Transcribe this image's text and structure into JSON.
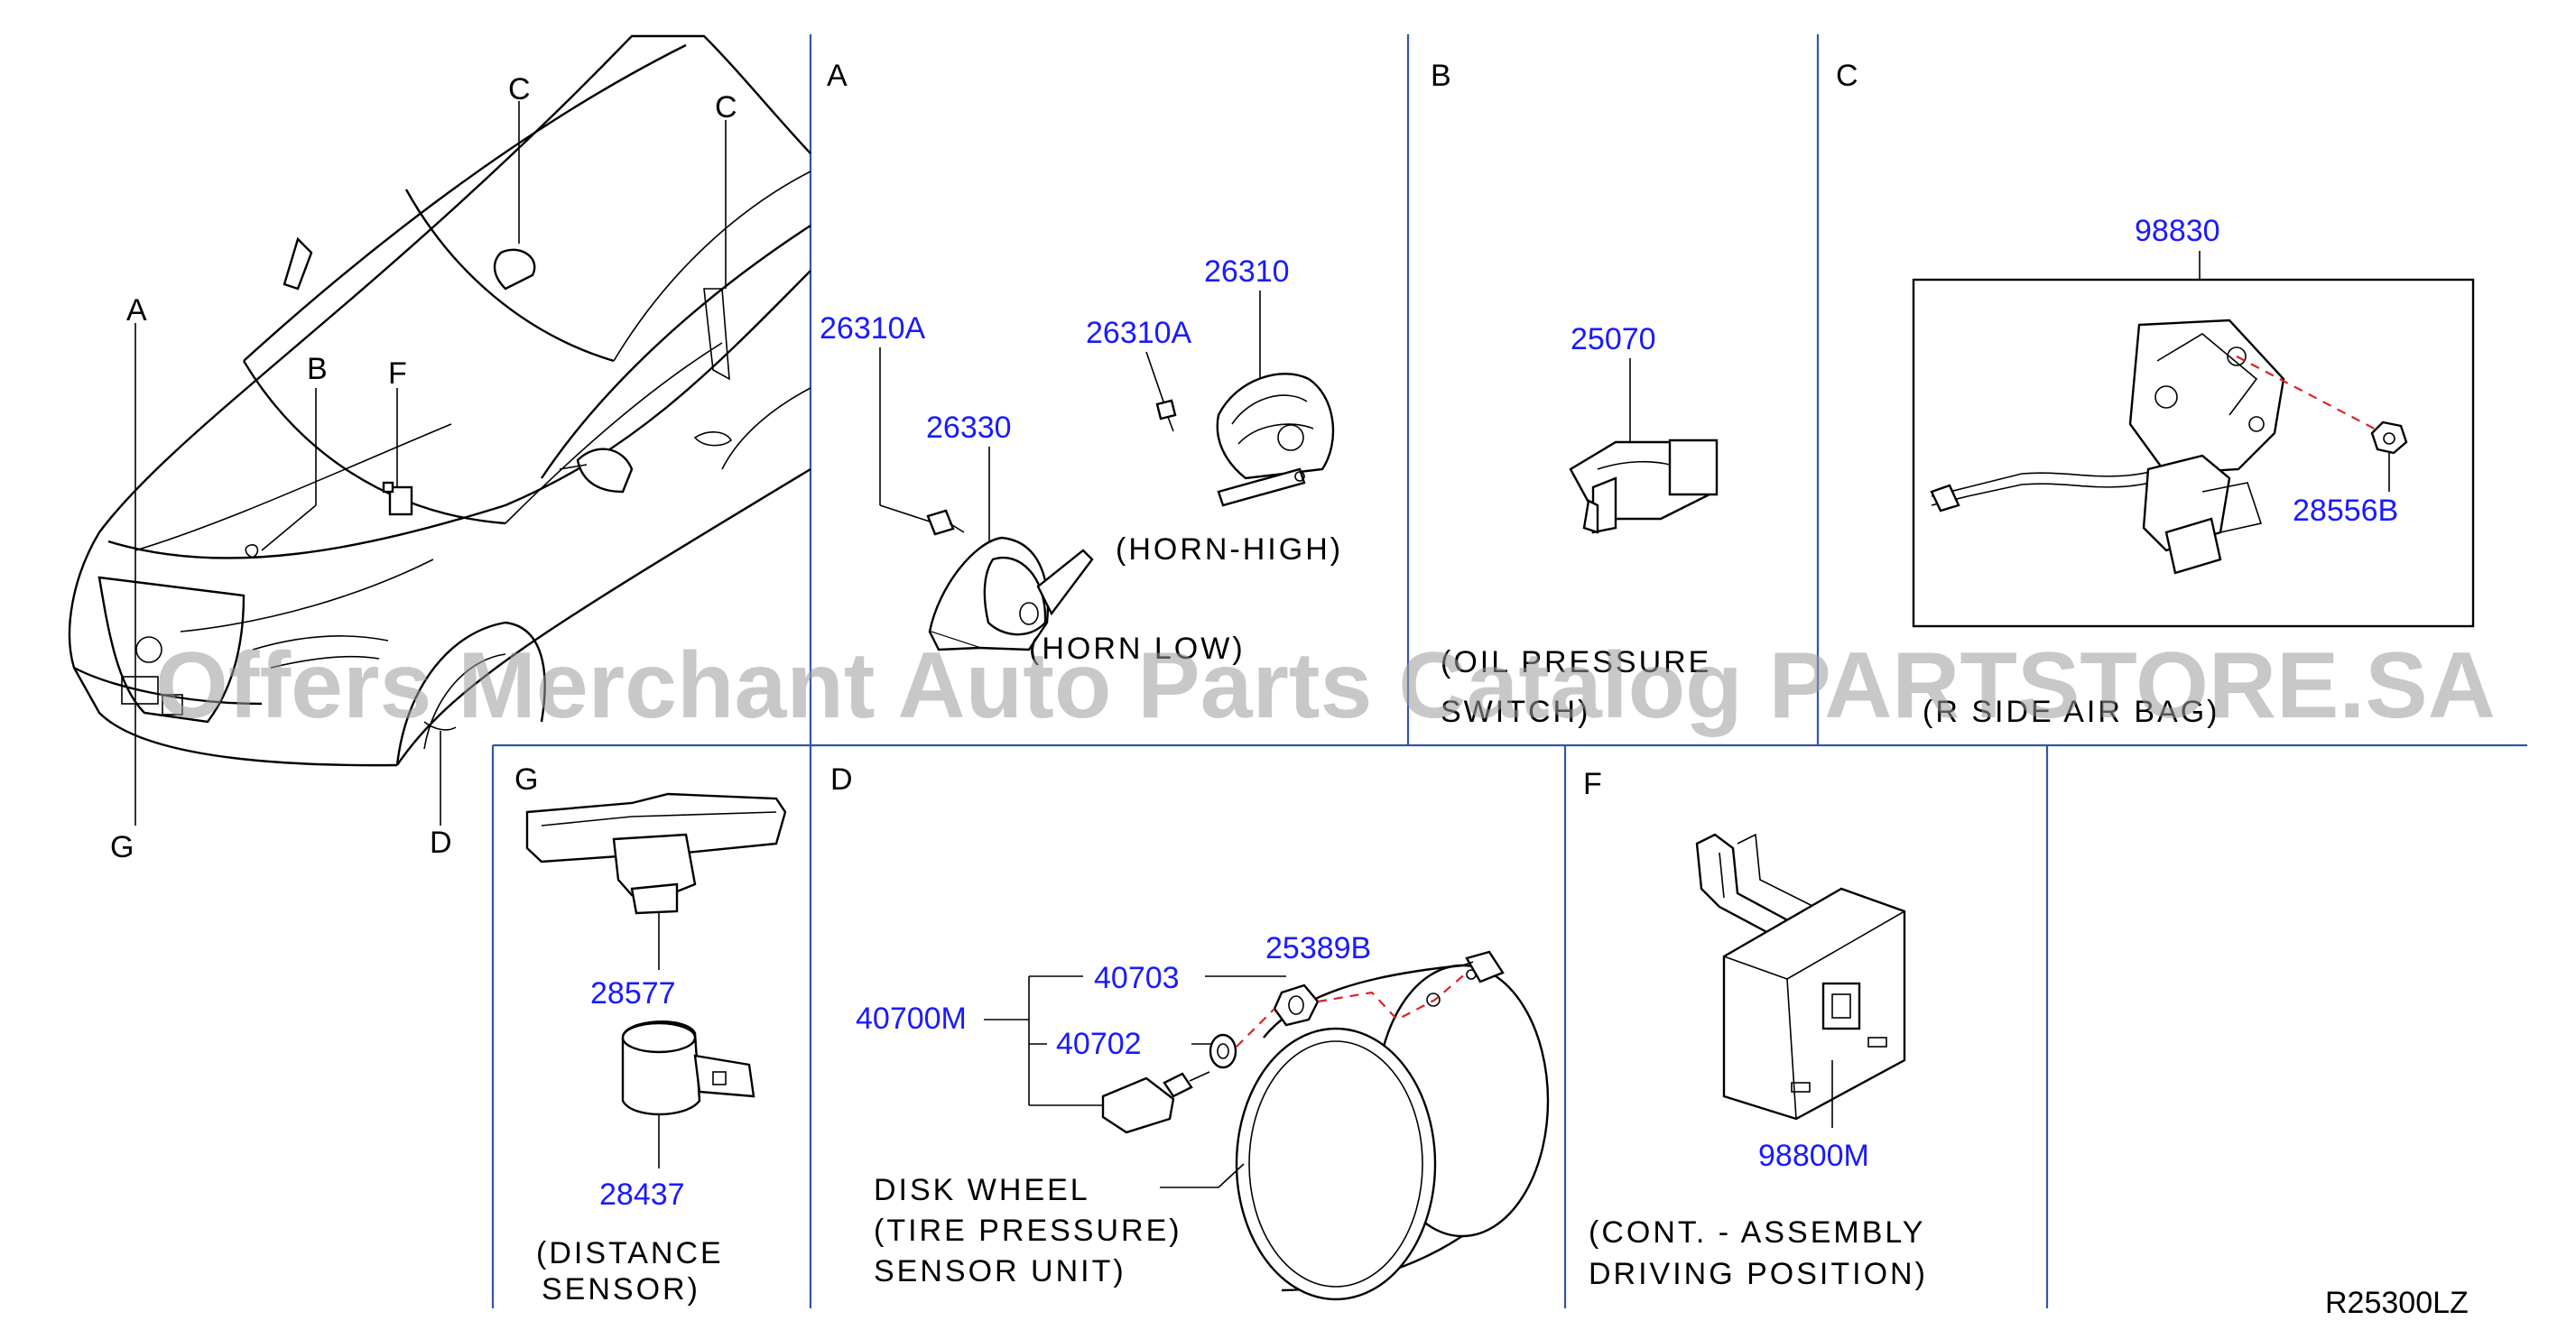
{
  "sections": {
    "A": "A",
    "B": "B",
    "C": "C",
    "D": "D",
    "F": "F",
    "G": "G"
  },
  "car_labels": {
    "A": "A",
    "B": "B",
    "C1": "C",
    "C2": "C",
    "D": "D",
    "F": "F",
    "G": "G"
  },
  "parts": {
    "p26310": "26310",
    "p26310A_left": "26310A",
    "p26310A_right": "26310A",
    "p26330": "26330",
    "p25070": "25070",
    "p98830": "98830",
    "p28556B": "28556B",
    "p28577": "28577",
    "p28437": "28437",
    "p40703": "40703",
    "p25389B": "25389B",
    "p40700M": "40700M",
    "p40702": "40702",
    "p98800M": "98800M"
  },
  "captions": {
    "horn_high": "(HORN-HIGH)",
    "horn_low": "(HORN LOW)",
    "oil_line1": "(OIL   PRESSURE",
    "oil_line2": "SWITCH)",
    "airbag": "(R SIDE  AIR  BAG)",
    "distance_line1": "(DISTANCE",
    "distance_line2": "SENSOR)",
    "disk_line1": "DISK   WHEEL",
    "disk_line2": "(TIRE   PRESSURE)",
    "disk_line3": "SENSOR   UNIT)",
    "cont_line1": "(CONT.  -  ASSEMBLY",
    "cont_line2": "DRIVING   POSITION)"
  },
  "diagram_code": "R25300LZ",
  "watermark": "Offers Merchant Auto Parts Catalog PARTSTORE.SA",
  "colors": {
    "part_number": "#1a1aff",
    "divider": "#3355aa",
    "dashed_leader": "#e02020",
    "watermark": "#9a9a9a"
  }
}
